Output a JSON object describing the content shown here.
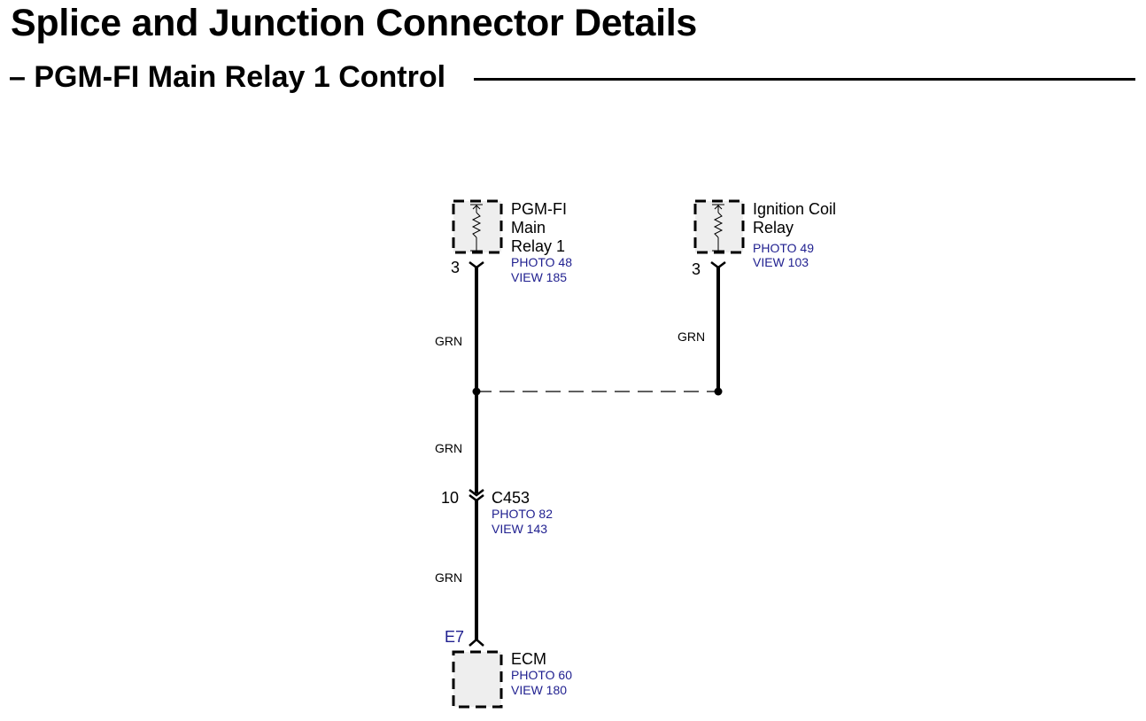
{
  "page": {
    "title": "Splice and Junction Connector Details",
    "section_title": "– PGM-FI Main Relay 1 Control"
  },
  "colors": {
    "wire": "#000000",
    "reference_text": "#1f1f8f",
    "component_fill": "#eeeeee"
  },
  "components": {
    "main_relay": {
      "name_lines": [
        "PGM-FI",
        "Main",
        "Relay 1"
      ],
      "photo": "PHOTO 48",
      "view": "VIEW 185",
      "pin": "3",
      "icon": "relay-icon"
    },
    "ignition_relay": {
      "name_lines": [
        "Ignition Coil",
        "Relay"
      ],
      "photo": "PHOTO 49",
      "view": "VIEW 103",
      "pin": "3",
      "icon": "relay-icon"
    },
    "c453": {
      "name": "C453",
      "photo": "PHOTO 82",
      "view": "VIEW 143",
      "pin": "10"
    },
    "ecm": {
      "name": "ECM",
      "photo": "PHOTO 60",
      "view": "VIEW 180",
      "pin": "E7"
    }
  },
  "wires": {
    "main_relay_to_splice": "GRN",
    "ignition_relay_to_splice": "GRN",
    "splice_to_c453": "GRN",
    "c453_to_ecm": "GRN"
  }
}
